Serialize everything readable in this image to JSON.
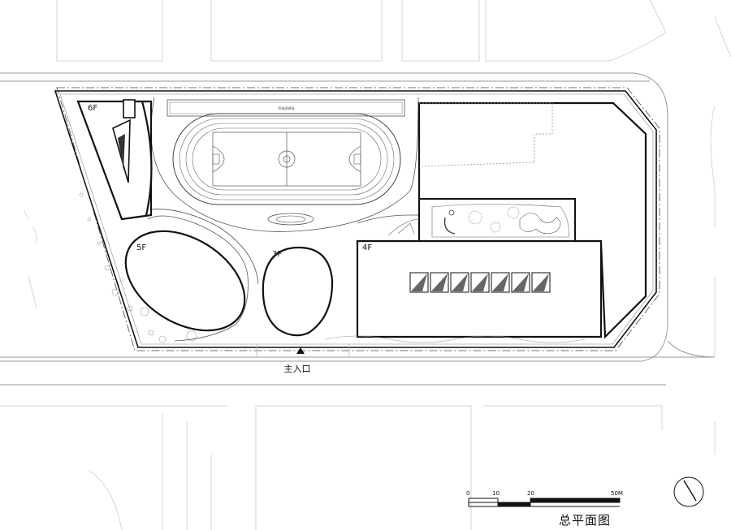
{
  "plan": {
    "title": "总平面图",
    "entrance_label": "主入口",
    "track_label": "70米田径场",
    "buildings": [
      {
        "id": "block-6f",
        "floors": "6F"
      },
      {
        "id": "block-5f",
        "floors": "5F"
      },
      {
        "id": "block-3f",
        "floors": "3F"
      },
      {
        "id": "block-4f",
        "floors": "4F"
      }
    ],
    "scale_bar": {
      "ticks": [
        "0",
        "10",
        "20",
        "50M"
      ],
      "tick_values": [
        0,
        10,
        20,
        50
      ],
      "unit": "M"
    }
  }
}
